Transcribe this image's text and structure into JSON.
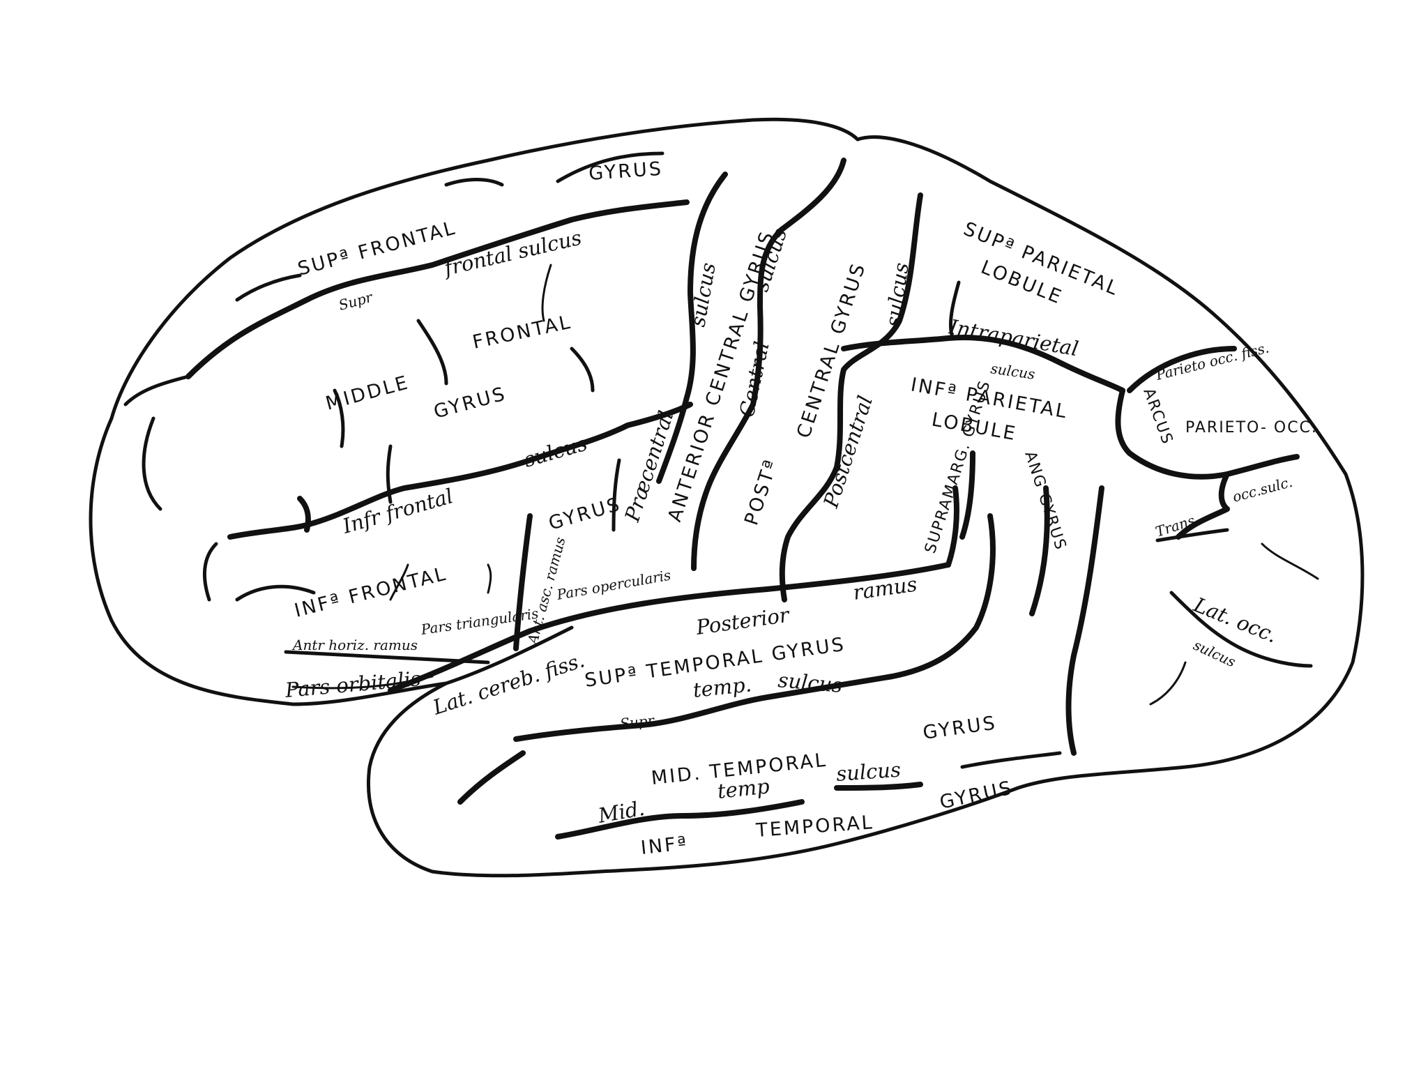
{
  "labels": {
    "gyrus_top": "GYRUS",
    "sup_frontal": "SUPª FRONTAL",
    "supr_frontal_sulcus_a": "frontal sulcus",
    "supr": "Supr",
    "middle": "MIDDLE",
    "frontal": "FRONTAL",
    "gyrus_mid": "GYRUS",
    "inf_frontal_sulcus_a": "Infr frontal",
    "inf_frontal_sulcus_b": "sulcus",
    "inf_frontal": "INFª FRONTAL",
    "gyrus_inf": "GYRUS",
    "pars_triangularis": "Pars triangularis",
    "ant_asc_ramus": "Ant. asc. ramus",
    "pars_opercularis": "Pars opercularis",
    "ant_horiz_ramus": "Antr horiz. ramus",
    "pars_orbitalis": "Pars orbitalis",
    "precentral_sulcus": "sulcus",
    "precentral": "Præcentral",
    "anterior_central_gyrus": "ANTERIOR CENTRAL GYRUS",
    "central_sulcus_a": "sulcus",
    "central_sulcus_b": "Central",
    "post_central_gyrus_a": "CENTRAL GYRUS",
    "post_central_gyrus_b": "POSTª",
    "postcentral": "Postcentral",
    "postcentral_sulcus": "sulcus",
    "sup_parietal": "SUPª PARIETAL",
    "lobule_sup": "LOBULE",
    "intraparietal": "Intraparietal",
    "intraparietal_sulcus": "sulcus",
    "inf_parietal": "INFª PARIETAL",
    "lobule_inf": "LOBULE",
    "supramarg": "SUPRAMARG. GYRUS",
    "ang_gyrus": "ANG GYRUS",
    "parieto_occ_fiss": "Parieto occ. fiss.",
    "arcus": "ARCUS",
    "parieto_occ": "PARIETO- OCC.",
    "trans_occ_sulc": "occ.sulc.",
    "trans": "Trans",
    "lat_occ": "Lat. occ.",
    "lat_occ_sulcus": "sulcus",
    "posterior_ramus_a": "Posterior",
    "posterior_ramus_b": "ramus",
    "lat_cereb_fiss": "Lat. cereb. fiss.",
    "sup_temporal_gyrus": "SUPª TEMPORAL GYRUS",
    "supr_temp_sulcus_a": "Supr",
    "supr_temp_sulcus_b": "temp.",
    "supr_temp_sulcus_c": "sulcus",
    "mid_temporal": "MID. TEMPORAL",
    "gyrus_mid_temp": "GYRUS",
    "mid_temp_sulcus_a": "Mid.",
    "mid_temp_sulcus_b": "temp",
    "mid_temp_sulcus_c": "sulcus",
    "inf_temporal_a": "INFª",
    "inf_temporal_b": "TEMPORAL",
    "inf_temporal_c": "GYRUS"
  },
  "colors": {
    "ink": "#111111",
    "paper": "#ffffff"
  }
}
